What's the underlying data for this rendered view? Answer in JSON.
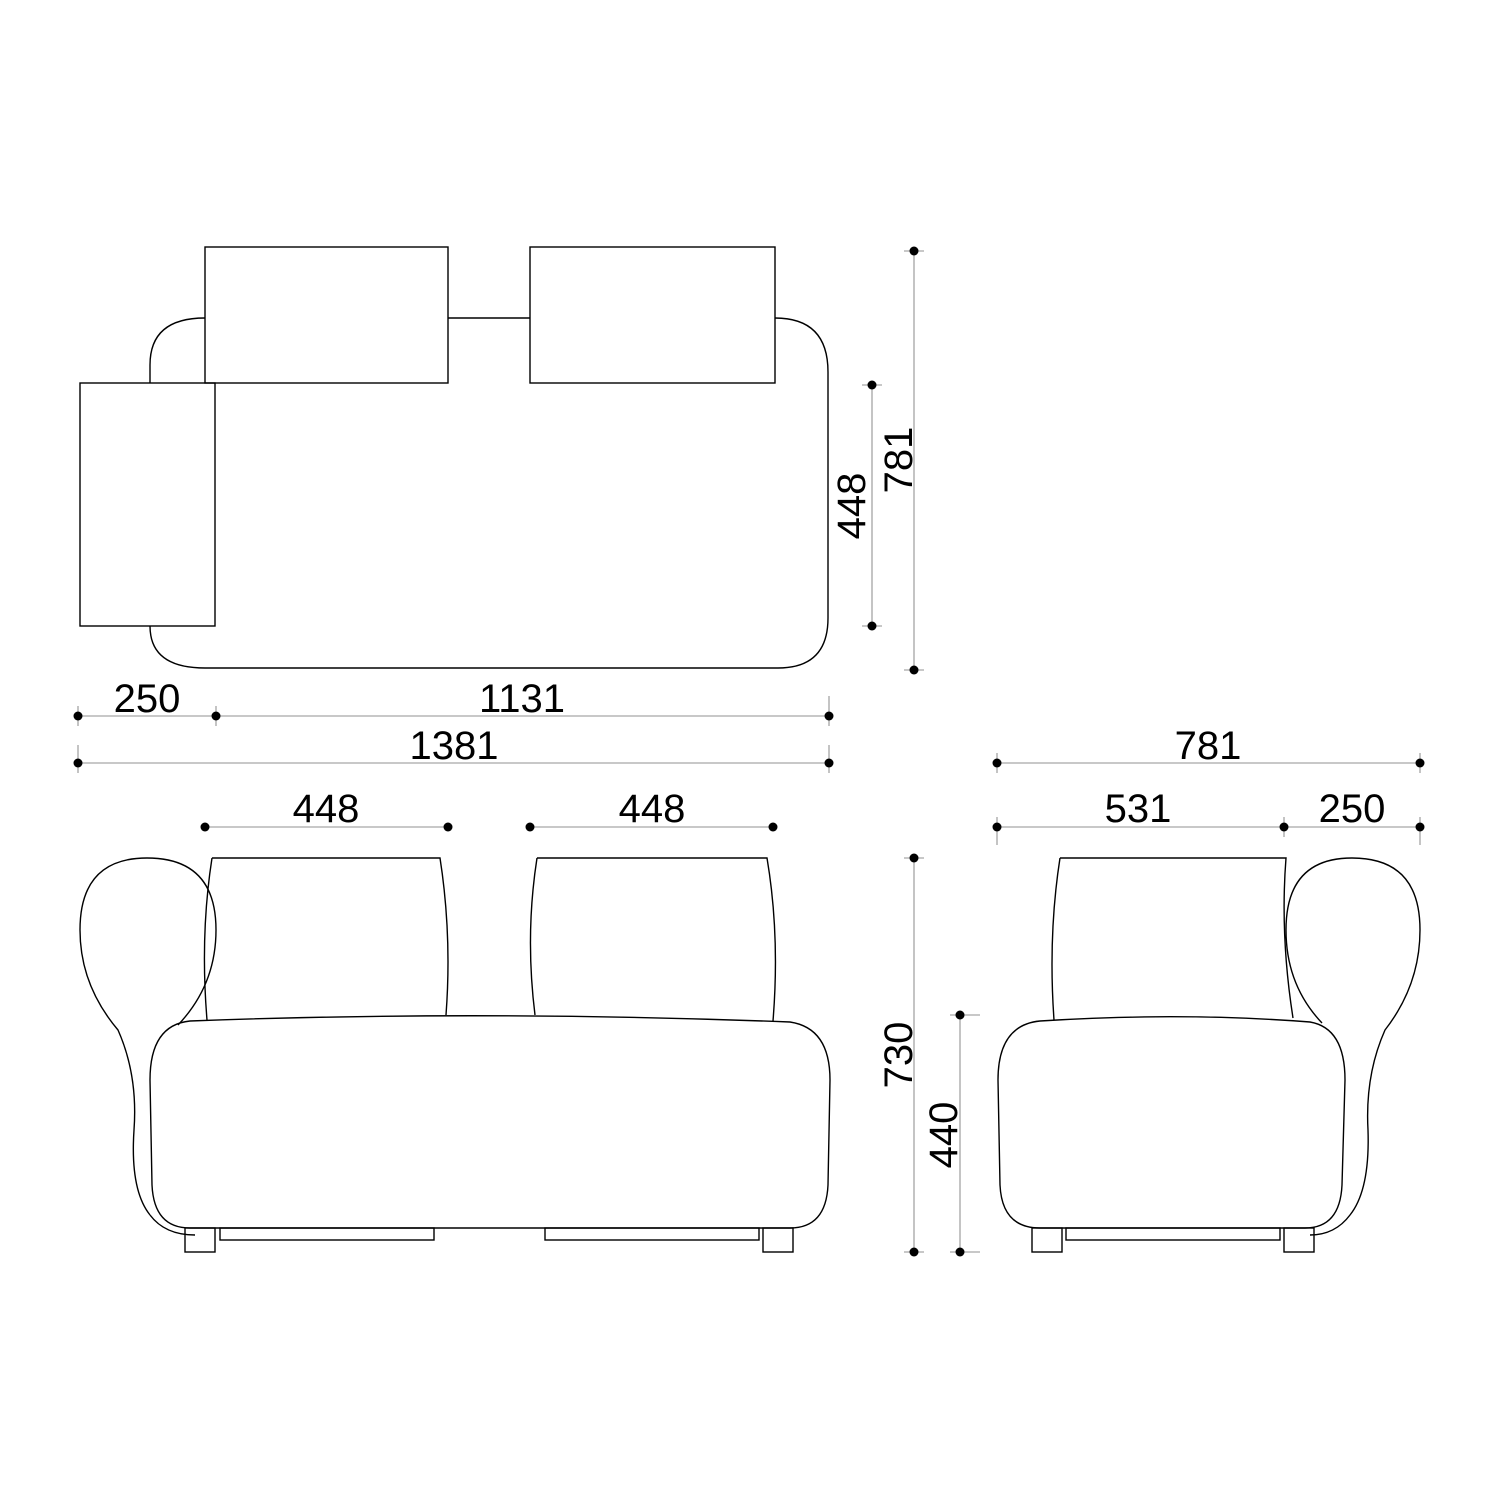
{
  "dimensions": {
    "top_view": {
      "arm_depth": "250",
      "seat_length": "1131",
      "total_length": "1381",
      "seat_depth": "448",
      "total_depth": "781"
    },
    "front_view": {
      "cushion_left_width": "448",
      "cushion_right_width": "448",
      "total_height": "730",
      "seat_height": "440"
    },
    "side_view": {
      "total_depth": "781",
      "seat_depth": "531",
      "arm_depth": "250"
    }
  }
}
